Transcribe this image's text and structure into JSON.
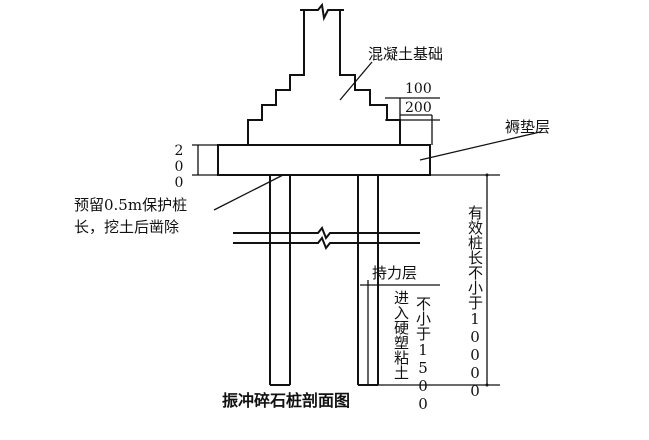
{
  "labels": {
    "foundation": "混凝土基础",
    "cushion": "褥垫层",
    "reserve_line1": "预留0.5m保护桩",
    "reserve_line2": "长，挖土后凿除",
    "bearing_layer": "持力层",
    "embed_line1": "进入硬塑粘土",
    "embed_line2": "不小于1500",
    "effective_length": "有效桩长不小于10000",
    "caption": "振冲碎石桩剖面图"
  },
  "dimensions": {
    "step_width": "100",
    "step_height": "200",
    "cushion_thickness": "200"
  },
  "colors": {
    "ink": "#111111",
    "background": "#ffffff"
  }
}
